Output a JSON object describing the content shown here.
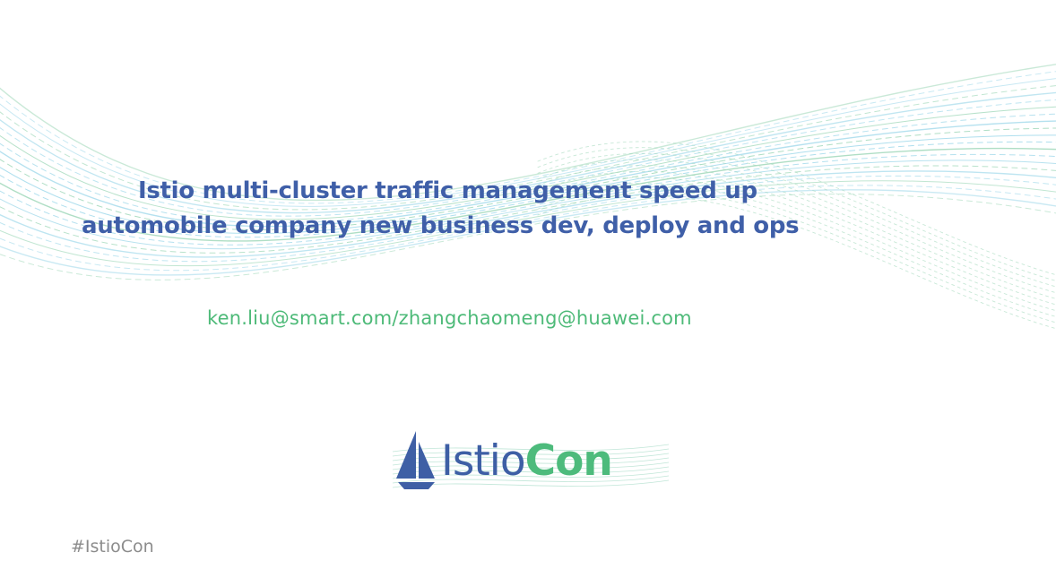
{
  "slide": {
    "title_line_1": "Istio multi-cluster traffic management speed up",
    "title_line_2": "automobile company new business dev, deploy and ops",
    "contact": "ken.liu@smart.com/zhangchaomeng@huawei.com",
    "hashtag": "#IstioCon"
  },
  "logo": {
    "word_part_1": "Istio",
    "word_part_2": "Con",
    "icon": "sailboat-icon"
  },
  "colors": {
    "title": "#3f5fa8",
    "contact": "#4dba78",
    "hashtag": "#8c8c8c",
    "wave_blue": "#9fd8ea",
    "wave_green": "#9bd6b6",
    "logo_blue": "#3e5fa5",
    "logo_green": "#4dbb7c"
  }
}
